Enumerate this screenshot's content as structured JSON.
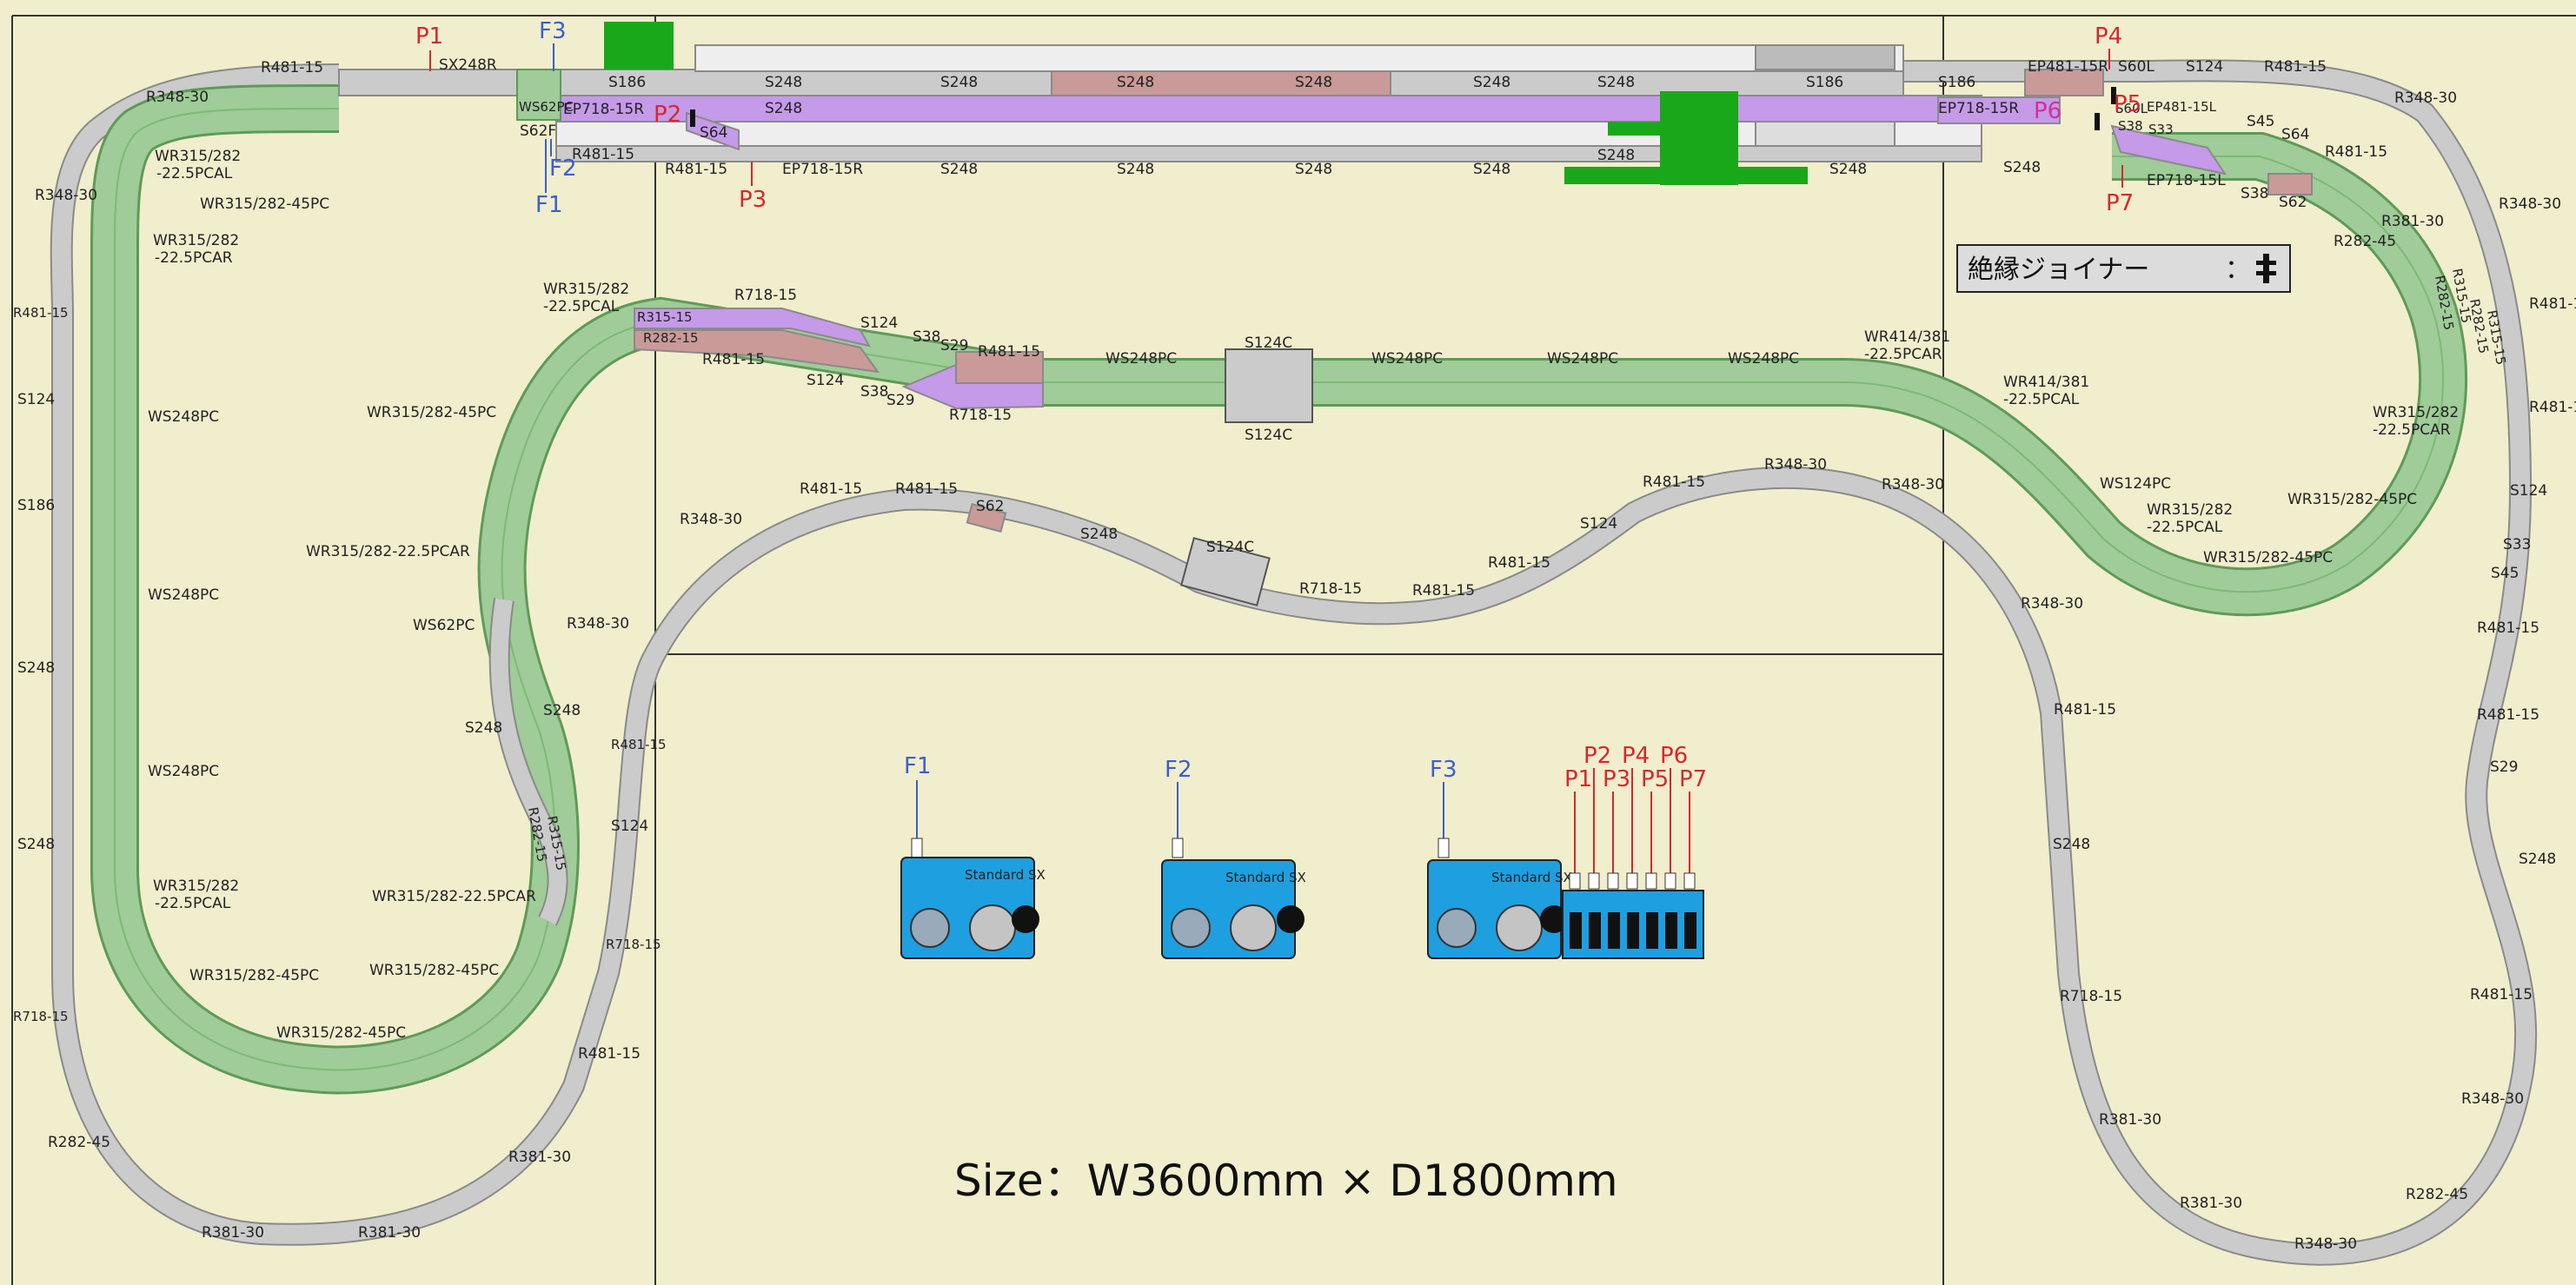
{
  "size_text": "Size：W3600mm × D1800mm",
  "legend": {
    "text": "絶縁ジョイナー",
    "colon": "：",
    "icon": "insulated-joiner-icon"
  },
  "colors": {
    "board": "#f1eecd",
    "track": "#c9c9c9",
    "track_edge": "#8a8a8a",
    "viaduct": "#9fcc98",
    "viaduct_edge": "#5f9a58",
    "pink": "#c99a98",
    "purple": "#c59ae8",
    "green_block": "#19a819",
    "controller": "#1e9fe0",
    "red_label": "#d8272e",
    "blue_label": "#3a5fcf"
  },
  "feeders": [
    "F1",
    "F2",
    "F3"
  ],
  "power_points": [
    "P1",
    "P2",
    "P3",
    "P4",
    "P5",
    "P6",
    "P7"
  ],
  "labels": [
    "R481-15",
    "SX248R",
    "R348-30",
    "S186",
    "S248",
    "S248",
    "S248",
    "S248",
    "S248",
    "S248",
    "S186",
    "S186",
    "EP481-15R",
    "S60L",
    "S124",
    "R481-15",
    "R348-30",
    "EP718-15R",
    "S62F",
    "WS62PC",
    "R481-15",
    "R481-15",
    "EP718-15R",
    "S248",
    "S248",
    "S248",
    "S248",
    "S248",
    "S248",
    "S248",
    "S248",
    "S248",
    "S248",
    "EP718-15R",
    "S60L",
    "S38",
    "S33",
    "EP481-15L",
    "S45",
    "S64",
    "R481-15",
    "EP718-15L",
    "S38",
    "S62",
    "R381-30",
    "R282-45",
    "R348-30",
    "R481-15",
    "R481-15",
    "S64",
    "WR315/282",
    "-22.5PCAL",
    "WR315/282-45PC",
    "R348-30",
    "R481-15",
    "S124",
    "S186",
    "S248",
    "S248",
    "R718-15",
    "R282-45",
    "R381-30",
    "R381-30",
    "R381-30",
    "R481-15",
    "WS248PC",
    "WS248PC",
    "WS248PC",
    "WR315/282",
    "-22.5PCAR",
    "WR315/282-45PC",
    "WR315/282-45PC",
    "WR315/282-45PC",
    "WR315/282",
    "-22.5PCAL",
    "WR315/282-45PC",
    "WR315/282-22.5PCAR",
    "WS62PC",
    "R315-15",
    "R282-15",
    "R718-15",
    "S124",
    "S38",
    "S29",
    "R481-15",
    "R481-15",
    "S124",
    "S38",
    "S29",
    "R718-15",
    "WS248PC",
    "S124C",
    "S124C",
    "WS248PC",
    "WS248PC",
    "WS248PC",
    "WR414/381",
    "-22.5PCAR",
    "WR414/381",
    "-22.5PCAL",
    "WS124PC",
    "WR315/282",
    "-22.5PCAL",
    "WR315/282-45PC",
    "WR315/282-45PC",
    "WR315/282",
    "-22.5PCAR",
    "R315-15",
    "R282-15",
    "R282-15",
    "R315-15",
    "R481-15",
    "R348-30",
    "R481-15",
    "R481-15",
    "S62",
    "S248",
    "S124C",
    "R718-15",
    "R481-15",
    "R481-15",
    "S124",
    "R481-15",
    "R348-30",
    "R348-30",
    "R348-30",
    "R481-15",
    "R481-15",
    "S248",
    "S248",
    "R718-15",
    "R381-30",
    "R381-30",
    "R348-30",
    "R282-45",
    "R348-30",
    "R481-15",
    "S248",
    "S29",
    "R481-15",
    "R481-15",
    "S45",
    "S33",
    "S124",
    "R481-1",
    "R481-1",
    "R348-30",
    "WR315/282-22.5PCAR",
    "S248",
    "S248",
    "R315-15",
    "R282-15",
    "S124",
    "R718-15",
    "R481-15",
    "R381-30",
    "R348-30",
    "WS248PC",
    "WS248PC",
    "WR315/282",
    "-22.5PCAR",
    "WR315/282-22.5PCAR",
    "WR315/282-45PC",
    "WR315/282-45PC",
    "WR315/282-45PC",
    "S248",
    "S248",
    "S124",
    "S186",
    "R481-15",
    "R718-15",
    "R282-45",
    "R381-30",
    "R381-30"
  ],
  "controllers": [
    {
      "name": "F1",
      "brand": "Standard SX"
    },
    {
      "name": "F2",
      "brand": "Standard SX"
    },
    {
      "name": "F3",
      "brand": "Standard SX"
    }
  ]
}
